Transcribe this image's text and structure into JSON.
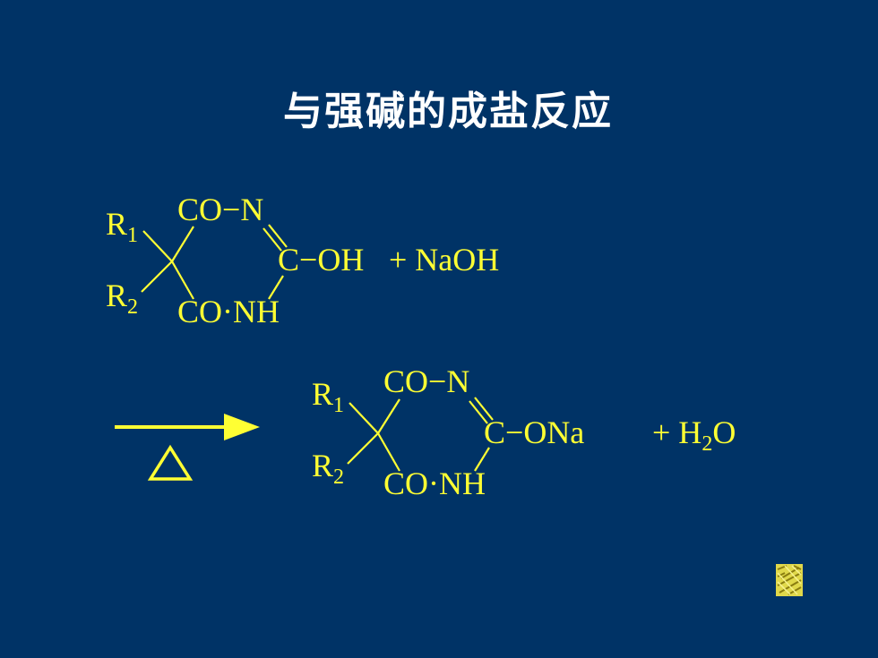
{
  "title": "与强碱的成盐反应",
  "reactant": {
    "r1": "R",
    "r1_sub": "1",
    "r2": "R",
    "r2_sub": "2",
    "co_n": "CO−N",
    "c_oh": "C−OH",
    "co_nh": "CO·NH",
    "reagent": "+ NaOH"
  },
  "condition": {
    "heat_symbol": "△"
  },
  "product": {
    "r1": "R",
    "r1_sub": "1",
    "r2": "R",
    "r2_sub": "2",
    "co_n": "CO−N",
    "c_ona": "C−ONa",
    "co_nh": "CO·NH",
    "byproduct_plus_h": "+ H",
    "byproduct_sub": "2",
    "byproduct_o": "O"
  },
  "colors": {
    "background": "#003366",
    "accent": "#ffff33",
    "title": "#ffffff"
  },
  "icons": {
    "nav": "textured-nav-icon"
  }
}
